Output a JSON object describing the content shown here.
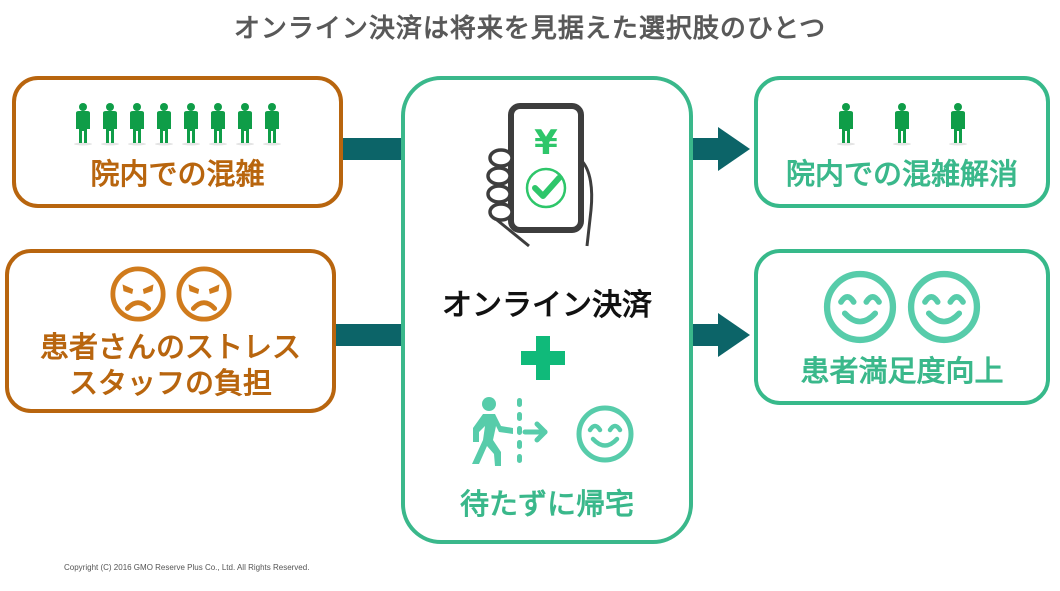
{
  "title": "オンライン決済は将来を見据えた選択肢のひとつ",
  "colors": {
    "problem_accent": "#b8650e",
    "solution_accent": "#3ab88b",
    "connector": "#0c6468",
    "people_icon": "#0f9d48",
    "plus": "#10ba7a",
    "title_text": "#595959"
  },
  "left": {
    "top": {
      "label": "院内での混雑",
      "icon": "person-icon",
      "icon_count": 8
    },
    "bottom": {
      "line1": "患者さんのストレス",
      "line2": "スタッフの負担",
      "icon": "angry-face-icon",
      "icon_count": 2
    }
  },
  "center": {
    "top_icon": "smartphone-payment-icon",
    "yen_symbol": "¥",
    "label": "オンライン決済",
    "plus_icon": "plus-icon",
    "bottom_icons": [
      "walk-out-icon",
      "smile-face-icon"
    ],
    "bottom_label": "待たずに帰宅"
  },
  "right": {
    "top": {
      "label": "院内での混雑解消",
      "icon": "person-icon",
      "icon_count": 3
    },
    "bottom": {
      "label": "患者満足度向上",
      "icon": "smile-face-icon",
      "icon_count": 2
    }
  },
  "footer": {
    "copyright": "Copyright (C) 2016 GMO Reserve Plus Co., Ltd. All Rights Reserved."
  }
}
